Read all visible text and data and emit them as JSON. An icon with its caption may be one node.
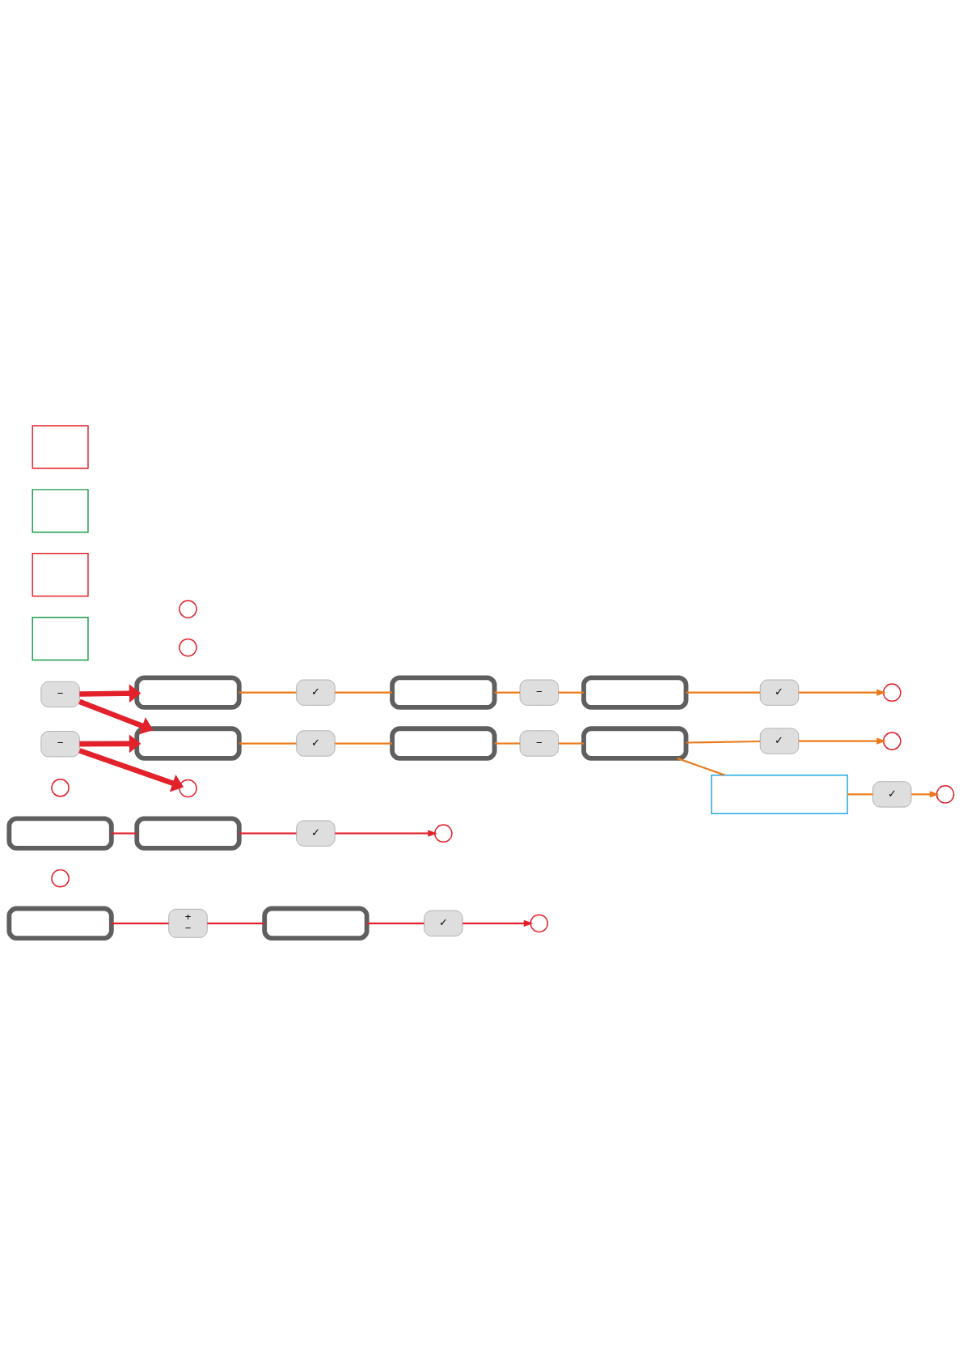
{
  "diagram": {
    "nodes": [
      {
        "text": [],
        "shape": "box"
      },
      {
        "text": [
          "+",
          "−"
        ]
      },
      {
        "text": [],
        "shape": "box"
      },
      {
        "text": [
          "✓"
        ]
      },
      {
        "text": [],
        "shape": "circle"
      },
      {
        "text": [],
        "shape": "circle"
      },
      {
        "text": [],
        "shape": "box"
      },
      {
        "text": [],
        "shape": "box"
      },
      {
        "text": [
          "✓"
        ]
      },
      {
        "text": [],
        "shape": "circle"
      },
      {
        "text": [],
        "shape": "circle"
      },
      {
        "text": [],
        "shape": "box"
      },
      {
        "text": [],
        "shape": "circle"
      },
      {
        "text": [
          "✓"
        ]
      },
      {
        "text": [],
        "shape": "box"
      },
      {
        "text": [
          "−"
        ]
      },
      {
        "text": [],
        "shape": "box"
      },
      {
        "text": [
          "✓"
        ]
      },
      {
        "text": [],
        "shape": "circle"
      },
      {
        "text": [
          "−"
        ]
      },
      {
        "text": [],
        "shape": "box"
      },
      {
        "text": [],
        "shape": "circle"
      },
      {
        "text": [
          "✓"
        ]
      },
      {
        "text": [],
        "shape": "box"
      },
      {
        "text": [
          "−"
        ]
      },
      {
        "text": [],
        "shape": "box"
      },
      {
        "text": [
          "✓"
        ]
      },
      {
        "text": [],
        "shape": "circle"
      },
      {
        "text": [],
        "shape": "box"
      },
      {
        "text": [
          "✓"
        ]
      },
      {
        "text": [],
        "shape": "circle"
      },
      {
        "text": [
          "−"
        ]
      },
      {
        "text": [],
        "shape": "circle"
      },
      {
        "text": [],
        "shape": "box"
      },
      {
        "text": [],
        "shape": "box"
      },
      {
        "text": [],
        "shape": "box"
      },
      {
        "text": [],
        "shape": "box"
      }
    ],
    "edges": [
      {
        "from": 0,
        "to": 1,
        "arrow": "none",
        "color": "#e3212b"
      },
      {
        "from": 1,
        "to": 2,
        "arrow": "none",
        "color": "#e3212b"
      },
      {
        "from": 2,
        "to": 3,
        "arrow": "none",
        "color": "#e3212b"
      },
      {
        "from": 3,
        "to": 4,
        "arrow": "to",
        "color": "#e3212b"
      },
      {
        "from": 6,
        "to": 7,
        "arrow": "none",
        "color": "#e3212b"
      },
      {
        "from": 7,
        "to": 8,
        "arrow": "none",
        "color": "#e3212b"
      },
      {
        "from": 8,
        "to": 9,
        "arrow": "to",
        "color": "#e3212b"
      },
      {
        "from": 11,
        "to": 13,
        "arrow": "none"
      },
      {
        "from": 13,
        "to": 14,
        "arrow": "none"
      },
      {
        "from": 14,
        "to": 15,
        "arrow": "none"
      },
      {
        "from": 15,
        "to": 16,
        "arrow": "none"
      },
      {
        "from": 16,
        "to": 17,
        "arrow": "none"
      },
      {
        "from": 17,
        "to": 18,
        "arrow": "to"
      },
      {
        "from": 19,
        "to": 11,
        "arrow": "to",
        "style": "thick",
        "color": "#e3212b"
      },
      {
        "from": 19,
        "to": 20,
        "arrow": "to",
        "style": "thick",
        "color": "#e3212b"
      },
      {
        "from": 20,
        "to": 22,
        "arrow": "none"
      },
      {
        "from": 22,
        "to": 23,
        "arrow": "none"
      },
      {
        "from": 23,
        "to": 24,
        "arrow": "none"
      },
      {
        "from": 24,
        "to": 25,
        "arrow": "none"
      },
      {
        "from": 25,
        "to": 26,
        "arrow": "none"
      },
      {
        "from": 26,
        "to": 27,
        "arrow": "to"
      },
      {
        "from": 25,
        "to": 28,
        "arrow": "none"
      },
      {
        "from": 28,
        "to": 29,
        "arrow": "none"
      },
      {
        "from": 29,
        "to": 30,
        "arrow": "to"
      },
      {
        "from": 31,
        "to": 20,
        "arrow": "to",
        "style": "thick",
        "color": "#e3212b"
      },
      {
        "from": 31,
        "to": 32,
        "arrow": "to",
        "style": "thick",
        "color": "#e3212b"
      }
    ]
  }
}
